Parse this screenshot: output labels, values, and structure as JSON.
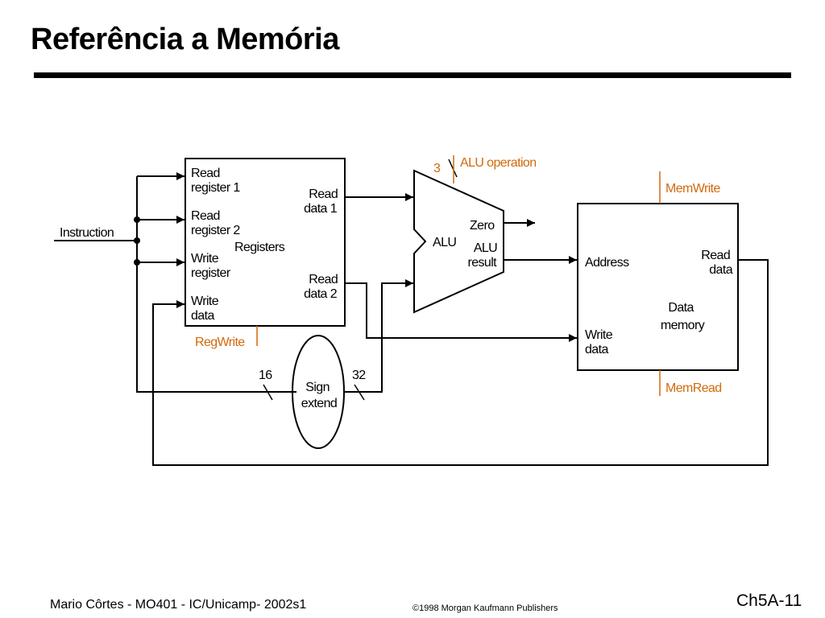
{
  "slide": {
    "title": "Referência a Memória",
    "footer_author": "Mario Côrtes - MO401 - IC/Unicamp- 2002s1",
    "footer_copyright": "©1998 Morgan Kaufmann Publishers",
    "page_id": "Ch5A-11"
  },
  "diagram": {
    "instruction": "Instruction",
    "registers": {
      "name": "Registers",
      "read_reg1": [
        "Read",
        "register 1"
      ],
      "read_reg2": [
        "Read",
        "register 2"
      ],
      "write_reg": [
        "Write",
        "register"
      ],
      "write_data": [
        "Write",
        "data"
      ],
      "read_data1": [
        "Read",
        "data 1"
      ],
      "read_data2": [
        "Read",
        "data 2"
      ]
    },
    "alu": {
      "name": "ALU",
      "zero": "Zero",
      "result": [
        "ALU",
        "result"
      ],
      "op_bits": "3",
      "op_label": "ALU operation"
    },
    "memory": {
      "name": [
        "Data",
        "memory"
      ],
      "address": "Address",
      "write_data": [
        "Write",
        "data"
      ],
      "read_data": [
        "Read",
        "data"
      ],
      "mem_write": "MemWrite",
      "mem_read": "MemRead"
    },
    "sign_extend": {
      "name": [
        "Sign",
        "extend"
      ],
      "in_bits": "16",
      "out_bits": "32"
    },
    "reg_write": "RegWrite",
    "colors": {
      "control": "#d2690b",
      "wire": "#000000"
    }
  }
}
